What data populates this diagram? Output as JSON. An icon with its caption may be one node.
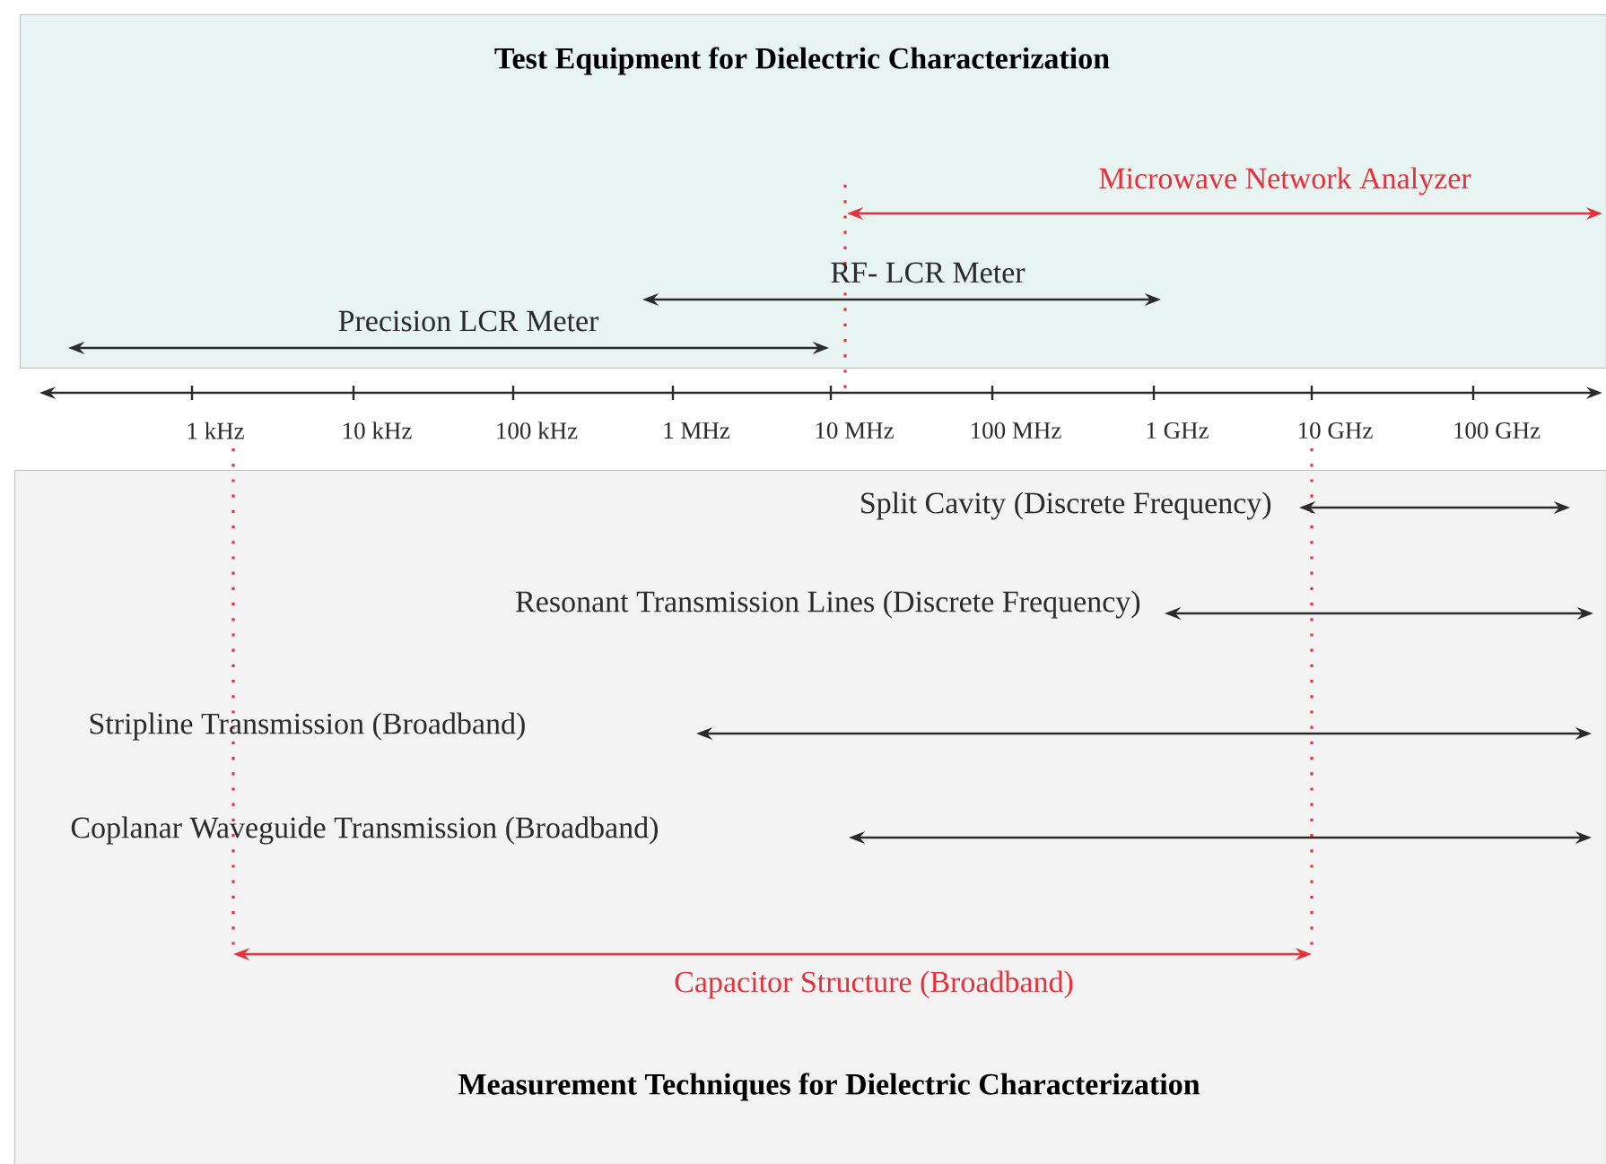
{
  "diagram": {
    "nodes": [
      {
        "text": [
          "Test Equipment for Dielectric Characterization"
        ]
      },
      {
        "text": [
          "Measurement Techniques for Dielectric Characterization"
        ]
      }
    ],
    "labels": [
      "Microwave Network Analyzer",
      "RF- LCR Meter",
      "Precision LCR Meter",
      "1 kHz",
      "10 kHz",
      "100 kHz",
      "1 MHz",
      "10 MHz",
      "100 MHz",
      "1 GHz",
      "10 GHz",
      "100 GHz",
      "Split Cavity (Discrete Frequency)",
      "Resonant Transmission Lines (Discrete Frequency)",
      "Stripline Transmission (Broadband)",
      "Coplanar Waveguide Transmission (Broadband)",
      "Capacitor Structure (Broadband)"
    ]
  }
}
